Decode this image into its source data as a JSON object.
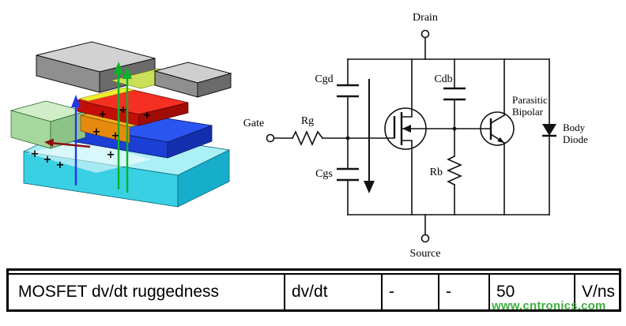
{
  "illustration": {
    "plus": "+"
  },
  "schematic": {
    "drain": "Drain",
    "gate": "Gate",
    "source": "Source",
    "rg": "Rg",
    "rb": "Rb",
    "cgd": "Cgd",
    "cgs": "Cgs",
    "cdb": "Cdb",
    "parasitic1": "Parasitic",
    "parasitic2": "Bipolar",
    "body1": "Body",
    "body2": "Diode"
  },
  "table": {
    "parameter": "MOSFET dv/dt ruggedness",
    "symbol": "dv/dt",
    "min": "-",
    "typ": "-",
    "max": "50",
    "unit": "V/ns"
  },
  "watermark": "www.cntronics.com",
  "colors": {
    "watermark_green": "#3fae3f",
    "substrate_cyan": "#3ad0e4",
    "epi_blue": "#2b55f0",
    "gate_red": "#f53022",
    "body_orange": "#f7a81f",
    "metal_gray": "#8f8f8f",
    "arrow_green": "#0ab32a",
    "arrow_blue": "#2236e8"
  }
}
